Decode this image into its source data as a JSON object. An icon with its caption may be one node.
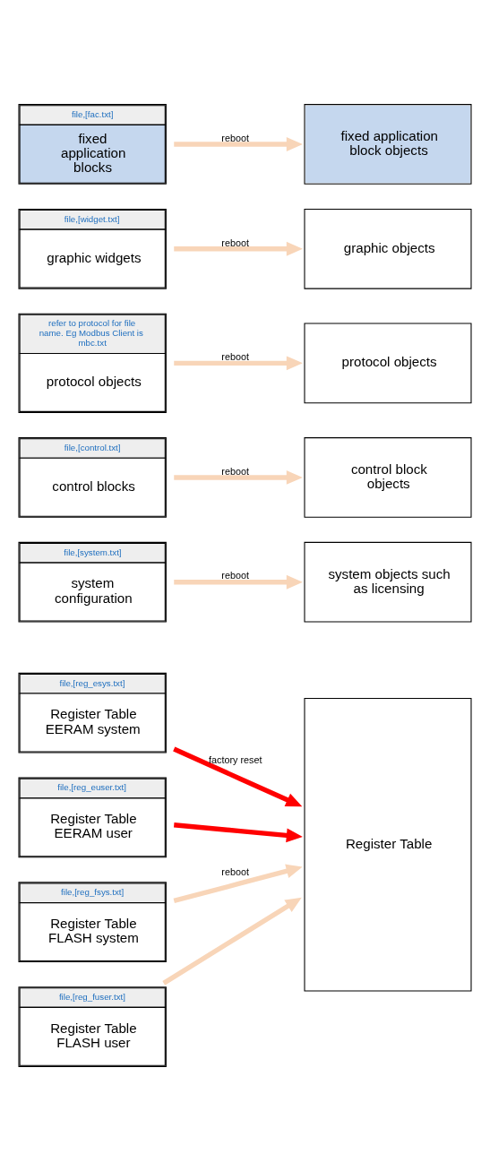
{
  "diagram": {
    "nodes": [
      {
        "text": [
          "file,[reg_esys.txt]",
          "Register Table EERAM system"
        ]
      },
      {
        "text": [
          "file,[reg_euser.txt]",
          "Register Table EERAM user"
        ]
      },
      {
        "text": [
          "file,[reg_fsys.txt]",
          "Register Table FLASH system"
        ]
      },
      {
        "text": [
          "file,[reg_fuser.txt]",
          "Register Table FLASH user"
        ]
      },
      {
        "text": [
          "Register Table"
        ]
      },
      {
        "text": [
          "file,[system.txt]",
          "system configuration"
        ]
      },
      {
        "text": [
          "system objects such as licensing"
        ]
      },
      {
        "text": [
          "file,[control.txt]",
          "control blocks"
        ]
      },
      {
        "text": [
          "control block objects"
        ]
      },
      {
        "text": [
          "refer to protocol for file name. Eg Modbus Client is mbc.txt",
          "protocol objects"
        ]
      },
      {
        "text": [
          "protocol objects"
        ]
      },
      {
        "text": [
          "file,[widget.txt]",
          "graphic widgets"
        ]
      },
      {
        "text": [
          "graphic objects"
        ]
      },
      {
        "text": [
          "file,[fac.txt]",
          "fixed application blocks"
        ]
      },
      {
        "text": [
          "fixed application block objects"
        ]
      }
    ],
    "edges": [
      {
        "from": 0,
        "to": 4,
        "arrow": "to",
        "label": "factory reset",
        "color": "#ff0000"
      },
      {
        "from": 1,
        "to": 4,
        "arrow": "to",
        "color": "#ff0000"
      },
      {
        "from": 2,
        "to": 4,
        "arrow": "to",
        "label": "reboot"
      },
      {
        "from": 3,
        "to": 4,
        "arrow": "to"
      },
      {
        "from": 5,
        "to": 6,
        "arrow": "to",
        "label": "reboot"
      },
      {
        "from": 7,
        "to": 8,
        "arrow": "to",
        "label": "reboot"
      },
      {
        "from": 9,
        "to": 10,
        "arrow": "to",
        "label": "reboot"
      },
      {
        "from": 11,
        "to": 12,
        "arrow": "to",
        "label": "reboot"
      },
      {
        "from": 13,
        "to": 14,
        "arrow": "to",
        "label": "reboot"
      }
    ]
  }
}
